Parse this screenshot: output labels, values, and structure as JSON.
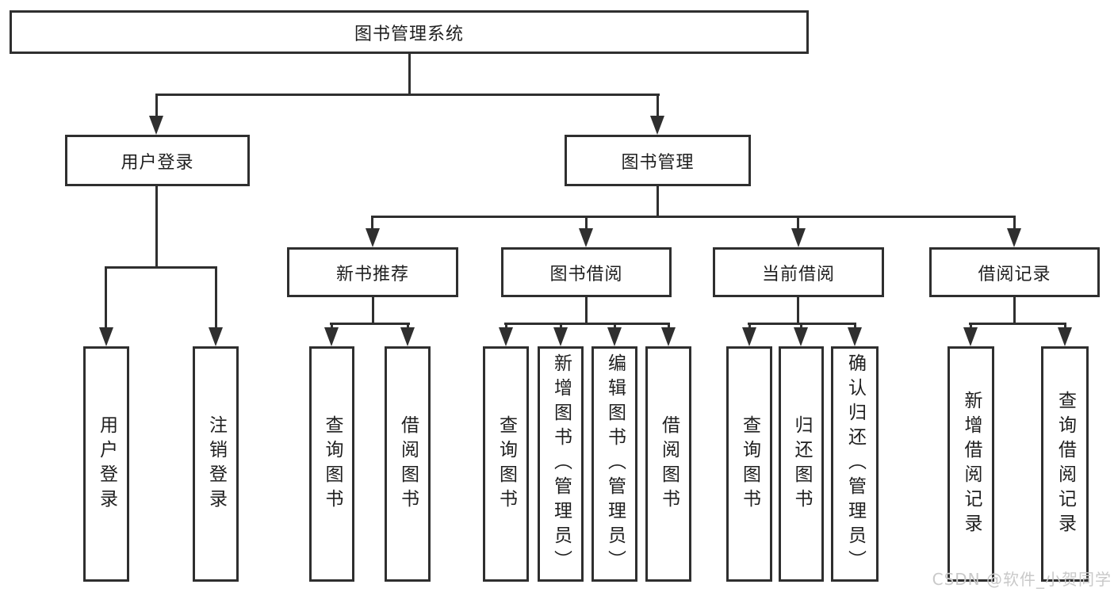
{
  "nodes": {
    "root": {
      "label": "图书管理系统"
    },
    "user_login": {
      "label": "用户登录"
    },
    "book_mgmt": {
      "label": "图书管理"
    },
    "new_books": {
      "label": "新书推荐"
    },
    "borrowing": {
      "label": "图书借阅"
    },
    "current": {
      "label": "当前借阅"
    },
    "records": {
      "label": "借阅记录"
    },
    "ul_login": {
      "label": "用户登录"
    },
    "ul_logout": {
      "label": "注销登录"
    },
    "nb_query": {
      "label": "查询图书"
    },
    "nb_borrow": {
      "label": "借阅图书"
    },
    "bb_query": {
      "label": "查询图书"
    },
    "bb_add": {
      "label": "新增图书（管理员）"
    },
    "bb_edit": {
      "label": "编辑图书（管理员）"
    },
    "bb_borrow": {
      "label": "借阅图书"
    },
    "cb_query": {
      "label": "查询图书"
    },
    "cb_return": {
      "label": "归还图书"
    },
    "cb_confirm": {
      "label": "确认归还（管理员）"
    },
    "br_add": {
      "label": "新增借阅记录"
    },
    "br_query": {
      "label": "查询借阅记录"
    }
  },
  "watermark": {
    "text": "CSDN @软件_小贺同学"
  },
  "colors": {
    "line": "#2f2f2f",
    "background": "#ffffff",
    "watermark": "#c9c9c9"
  }
}
